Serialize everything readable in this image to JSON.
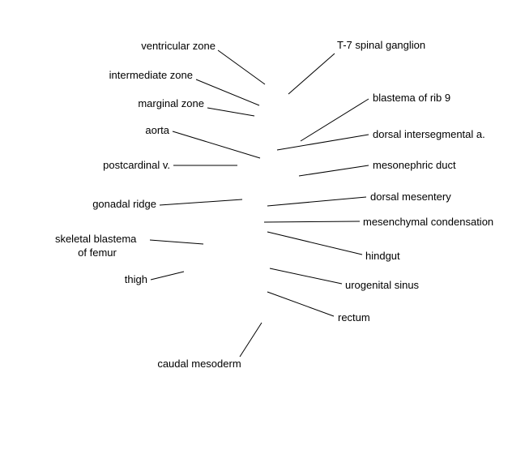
{
  "labels": {
    "ventricular_zone": "ventricular zone",
    "intermediate_zone": "intermediate zone",
    "marginal_zone": "marginal zone",
    "aorta": "aorta",
    "postcardinal_v": "postcardinal v.",
    "gonadal_ridge": "gonadal ridge",
    "skeletal_blastema_line1": "skeletal blastema",
    "skeletal_blastema_line2": "of femur",
    "thigh": "thigh",
    "caudal_mesoderm": "caudal mesoderm",
    "t7_spinal_ganglion": "T-7 spinal ganglion",
    "blastema_rib9": "blastema of rib 9",
    "dorsal_intersegmental_a": "dorsal intersegmental a.",
    "mesonephric_duct": "mesonephric duct",
    "dorsal_mesentery": "dorsal mesentery",
    "mesenchymal_condensation": "mesenchymal condensation",
    "hindgut": "hindgut",
    "urogenital_sinus": "urogenital sinus",
    "rectum": "rectum"
  }
}
